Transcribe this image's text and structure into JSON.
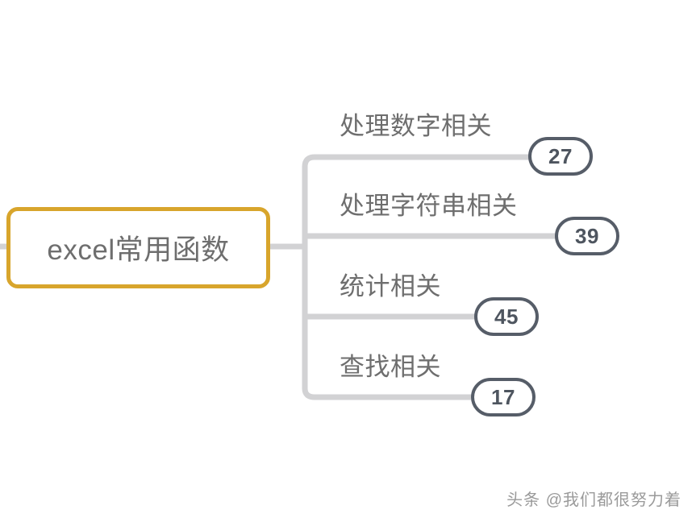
{
  "document": {
    "type": "mindmap",
    "title": "excel常用函数"
  },
  "colors": {
    "root_border": "#d8a52c",
    "root_fill": "#ffffff",
    "root_text": "#6e6e6e",
    "connector": "#d2d2d4",
    "badge_border": "#565d68",
    "badge_text": "#4e555f",
    "branch_text": "#6e6e6e",
    "background": "#ffffff",
    "watermark_text": "#9a9a9a"
  },
  "root": {
    "label": "excel常用函数"
  },
  "branches": [
    {
      "label": "处理数字相关",
      "count": "27"
    },
    {
      "label": "处理字符串相关",
      "count": "39"
    },
    {
      "label": "统计相关",
      "count": "45"
    },
    {
      "label": "查找相关",
      "count": "17"
    }
  ],
  "watermark": {
    "text": "头条 @我们都很努力着"
  }
}
